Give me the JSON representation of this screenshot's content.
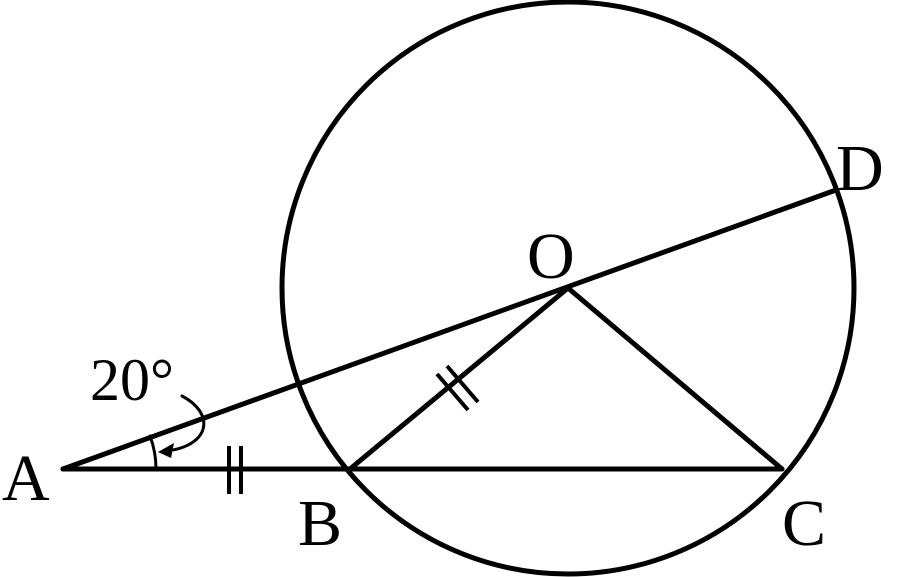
{
  "points": {
    "A": "A",
    "B": "B",
    "C": "C",
    "D": "D",
    "O": "O"
  },
  "angle_A": "20°",
  "colors": {
    "ink": "#000000",
    "background": "#ffffff"
  }
}
